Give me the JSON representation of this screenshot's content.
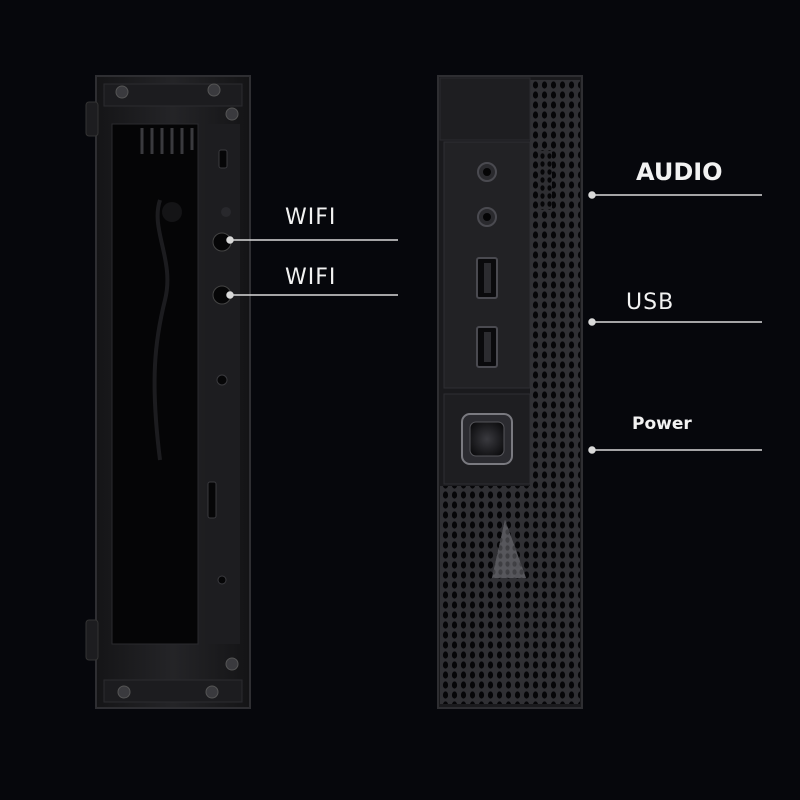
{
  "labels": {
    "wifi_1": "WIFI",
    "wifi_2": "WIFI",
    "audio": "AUDIO",
    "usb": "USB",
    "power": "Power"
  },
  "colors": {
    "background": "#06070c",
    "case_body": "#1b1b1d",
    "case_edge": "#2c2c30",
    "panel": "#222225",
    "callout_line": "#d9d9d9",
    "label_text": "#f2f2f2"
  },
  "icons": {
    "ports": [
      "audio-jack-icon",
      "usb-port-icon",
      "power-button-icon"
    ]
  }
}
